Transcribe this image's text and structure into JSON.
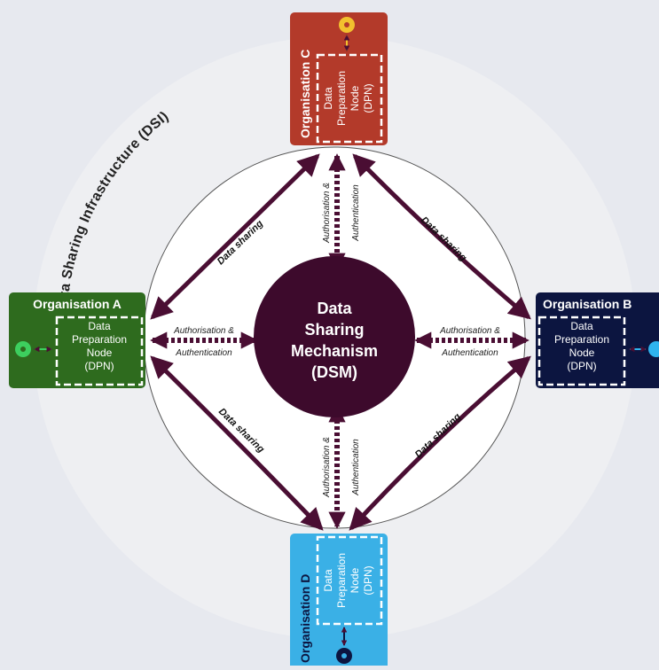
{
  "infrastructure_label": "Data Sharing Infrastructure (DSI)",
  "center": {
    "lines": [
      "Data",
      "Sharing",
      "Mechanism",
      "(DSM)"
    ]
  },
  "colors": {
    "background": "#e7e9ef",
    "ring": "#eeeff2",
    "inner_circle": "#ffffff",
    "dsm": "#3d0a2c",
    "arrow": "#4a0e33",
    "org_a": "#2e6b1e",
    "org_b": "#0c1540",
    "org_c": "#b33a2a",
    "org_d": "#3ab0e6",
    "icon_a": "#3dcf5e",
    "icon_b": "#2fb4ee",
    "icon_c": "#f2c12e",
    "icon_d": "#0c1540"
  },
  "organisations": {
    "a": {
      "name": "Organisation A",
      "dpn": [
        "Data",
        "Preparation",
        "Node",
        "(DPN)"
      ]
    },
    "b": {
      "name": "Organisation B",
      "dpn": [
        "Data",
        "Preparation",
        "Node",
        "(DPN)"
      ]
    },
    "c": {
      "name": "Organisation C",
      "dpn": [
        "Data",
        "Preparation",
        "Node",
        "(DPN)"
      ]
    },
    "d": {
      "name": "Organisation D",
      "dpn": [
        "Data",
        "Preparation",
        "Node",
        "(DPN)"
      ]
    }
  },
  "edges": {
    "data_sharing": "Data sharing",
    "auth_line1": "Authorisation &",
    "auth_line2": "Authentication"
  },
  "icons": {
    "a": "gear-icon",
    "b": "gear-icon",
    "c": "gear-icon",
    "d": "gear-icon"
  }
}
